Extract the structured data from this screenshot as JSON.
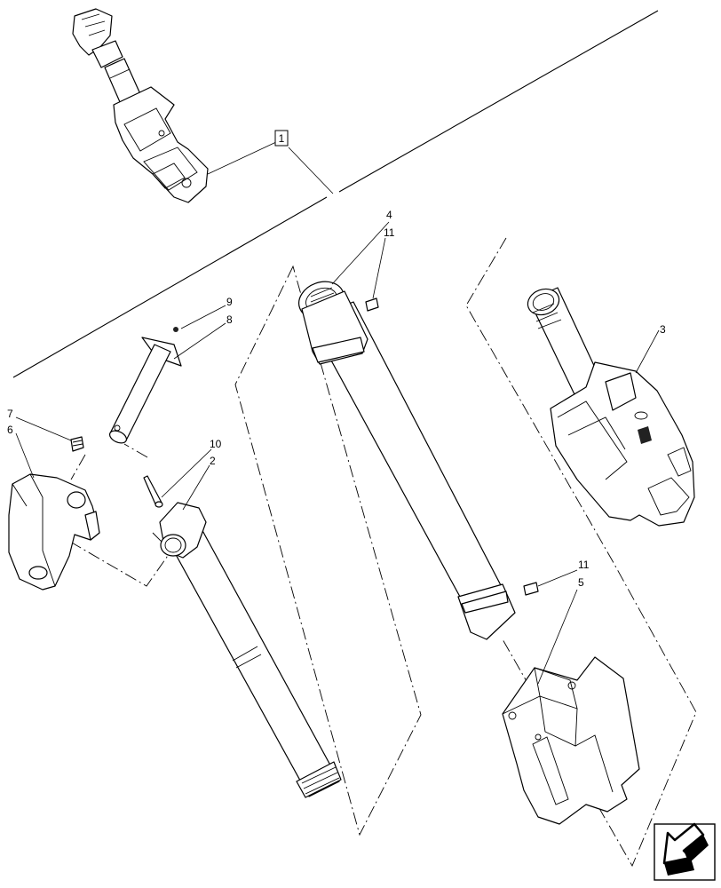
{
  "callouts": {
    "c1": "1",
    "c2": "2",
    "c3": "3",
    "c4": "4",
    "c5": "5",
    "c6": "6",
    "c7": "7",
    "c8": "8",
    "c9": "9",
    "c10": "10",
    "c11a": "11",
    "c11b": "11"
  },
  "nav": {
    "icon": "arrow-icon"
  }
}
